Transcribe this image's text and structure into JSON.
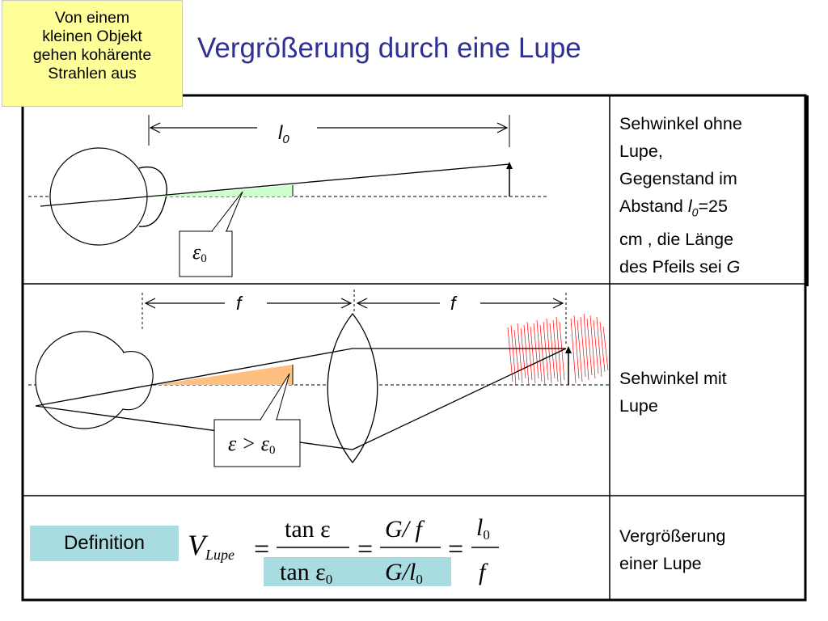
{
  "note": {
    "lines": [
      "Von einem",
      "kleinen Objekt",
      "gehen kohärente",
      "Strahlen aus"
    ]
  },
  "title": "Vergrößerung durch eine Lupe",
  "rows": [
    {
      "desc_lines": [
        "Sehwinkel ohne",
        "Lupe,",
        "Gegenstand im"
      ],
      "desc_abstand_prefix": "Abstand ",
      "desc_abstand_var": "l",
      "desc_abstand_sub": "0",
      "desc_abstand_suffix": "=25",
      "desc_tail_lines": [
        "cm , die Länge"
      ],
      "desc_last_prefix": "des Pfeils sei ",
      "desc_last_var": "G"
    },
    {
      "desc_lines": [
        "Sehwinkel mit",
        "Lupe"
      ]
    },
    {
      "desc_lines": [
        "Vergrößerung",
        "einer Lupe"
      ]
    }
  ],
  "diagram1": {
    "distance_label_var": "l",
    "distance_label_sub": "0",
    "angle_label_var": "ε",
    "angle_label_sub": "0"
  },
  "diagram2": {
    "focal_label": "f",
    "angle_label": "ε > ε",
    "angle_label_sub": "0"
  },
  "definition": {
    "label": "Definition",
    "lhs_var": "V",
    "lhs_sub": "Lupe",
    "eq": "=",
    "frac1_num": "tan ε",
    "frac1_den": "tan ε",
    "frac1_den_sub": "0",
    "frac2_num": "G/ f",
    "frac2_den": "G/l",
    "frac2_den_sub": "0",
    "frac3_num": "l",
    "frac3_num_sub": "0",
    "frac3_den": "f"
  },
  "colors": {
    "title": "#2e3192",
    "note_bg": "#ffff99",
    "def_bg": "#a8dce0",
    "angle1": "#ccffcc",
    "angle2": "#ffbf80",
    "rays": "#ff0000"
  }
}
